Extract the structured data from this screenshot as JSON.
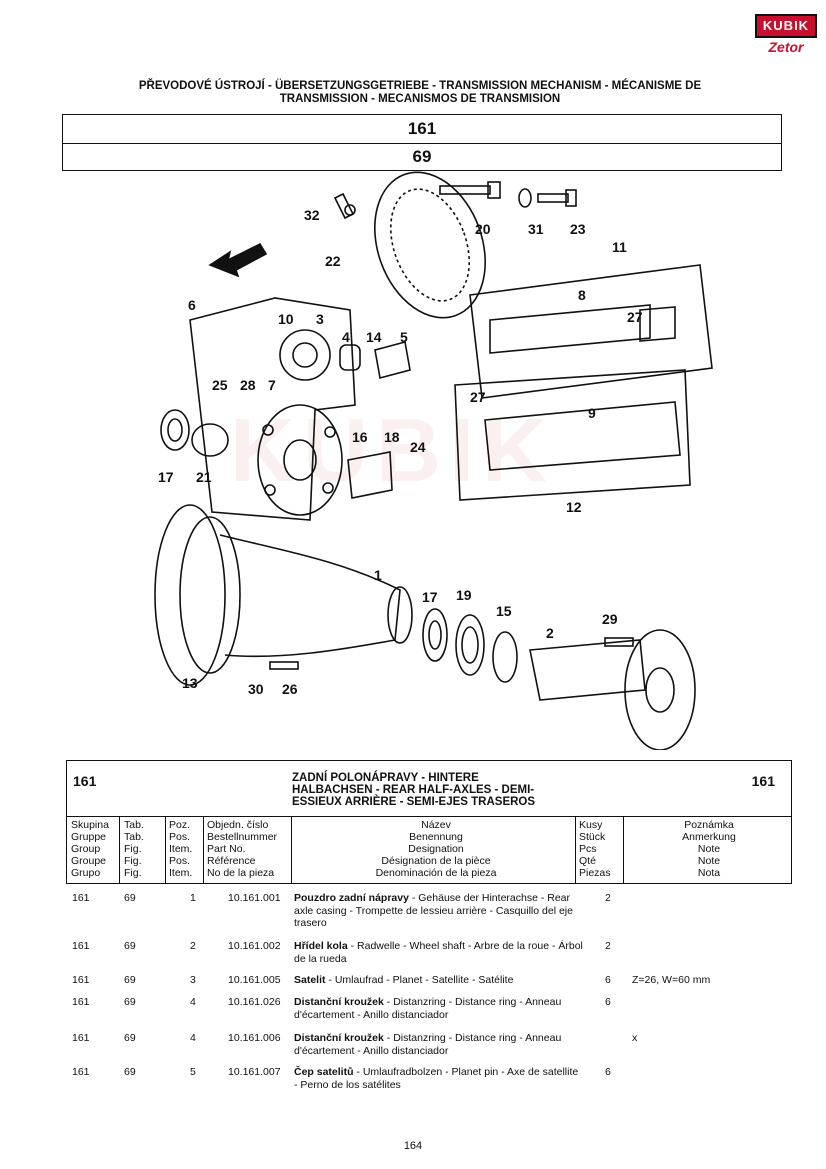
{
  "logo": {
    "top": "KUBIK",
    "bottom": "Zetor"
  },
  "header": {
    "title_line1": "PŘEVODOVÉ ÚSTROJÍ - ÜBERSETZUNGSGETRIEBE - TRANSMISSION MECHANISM - MÉCANISME DE",
    "title_line2": "TRANSMISSION - MECANISMOS DE TRANSMISION",
    "group": "161",
    "table": "69"
  },
  "diagram": {
    "callouts": [
      "32",
      "22",
      "20",
      "31",
      "23",
      "11",
      "8",
      "27",
      "6",
      "10",
      "3",
      "4",
      "14",
      "5",
      "25",
      "28",
      "7",
      "27",
      "9",
      "17",
      "21",
      "16",
      "18",
      "24",
      "12",
      "1",
      "17",
      "19",
      "15",
      "2",
      "29",
      "13",
      "30",
      "26"
    ],
    "watermark": "KUBIK"
  },
  "parts_table": {
    "group": "161",
    "group_right": "161",
    "title_lines": [
      "ZADNÍ POLONÁPRAVY - HINTERE",
      "HALBACHSEN - REAR HALF-AXLES - DEMI-",
      "ESSIEUX ARRIÈRE - SEMI-EJES TRASEROS"
    ],
    "col_skupina": [
      "Skupina",
      "Gruppe",
      "Group",
      "Groupe",
      "Grupo"
    ],
    "col_tab": [
      "Tab.",
      "Tab.",
      "Fig.",
      "Fig.",
      "Fig."
    ],
    "col_poz": [
      "Poz.",
      "Pos.",
      "Item.",
      "Pos.",
      "Item."
    ],
    "col_objedn": [
      "Objedn. číslo",
      "Bestellnummer",
      "Part No.",
      "Référence",
      "No de la pieza"
    ],
    "col_nazev": [
      "Název",
      "Benennung",
      "Designation",
      "Désignation de la pièce",
      "Denominación de la pieza"
    ],
    "col_kusy": [
      "Kusy",
      "Stück",
      "Pcs",
      "Qté",
      "Piezas"
    ],
    "col_poznamka": [
      "Poznámka",
      "Anmerkung",
      "Note",
      "Note",
      "Nota"
    ],
    "rows": [
      {
        "group": "161",
        "tab": "69",
        "pos": "1",
        "part_no": "10.161.001",
        "name_bold": "Pouzdro zadní nápravy",
        "name_rest": " - Gehäuse der Hinterachse - Rear axle casing - Trompette de lessieu arrière - Casquillo del eje trasero",
        "qty": "2",
        "note": ""
      },
      {
        "group": "161",
        "tab": "69",
        "pos": "2",
        "part_no": "10.161.002",
        "name_bold": "Hřídel kola",
        "name_rest": " - Radwelle - Wheel shaft - Arbre de la roue - Árbol de la rueda",
        "qty": "2",
        "note": ""
      },
      {
        "group": "161",
        "tab": "69",
        "pos": "3",
        "part_no": "10.161.005",
        "name_bold": "Satelit",
        "name_rest": " - Umlaufrad - Planet - Satellite - Satélite",
        "qty": "6",
        "note": "Z=26, W=60 mm"
      },
      {
        "group": "161",
        "tab": "69",
        "pos": "4",
        "part_no": "10.161.026",
        "name_bold": "Distanční kroužek",
        "name_rest": " - Distanzring - Distance ring - Anneau d'écartement - Anillo distanciador",
        "qty": "6",
        "note": ""
      },
      {
        "group": "161",
        "tab": "69",
        "pos": "4",
        "part_no": "10.161.006",
        "name_bold": "Distanční kroužek",
        "name_rest": " - Distanzring - Distance ring - Anneau d'écartement - Anillo distanciador",
        "qty": "",
        "note": "x"
      },
      {
        "group": "161",
        "tab": "69",
        "pos": "5",
        "part_no": "10.161.007",
        "name_bold": "Čep satelitů",
        "name_rest": " - Umlaufradbolzen - Planet pin - Axe de satellite - Perno de los satélites",
        "qty": "6",
        "note": ""
      }
    ]
  },
  "page_number": "164"
}
